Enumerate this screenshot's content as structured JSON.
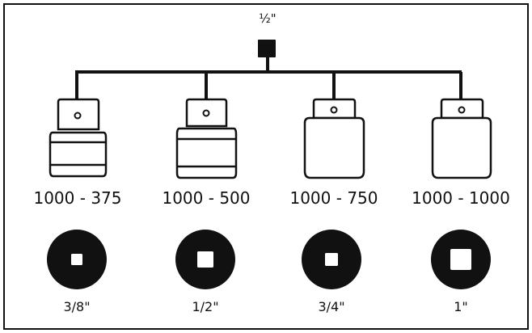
{
  "drive": {
    "label": "½\"",
    "color": "#111111",
    "icon": "square-drive-icon"
  },
  "sockets": [
    {
      "model": "1000 - 375",
      "drive_size": "3/8\"",
      "body": "stepped"
    },
    {
      "model": "1000 - 500",
      "drive_size": "1/2\"",
      "body": "stepped"
    },
    {
      "model": "1000 - 750",
      "drive_size": "3/4\"",
      "body": "plain"
    },
    {
      "model": "1000 - 1000",
      "drive_size": "1\"",
      "body": "plain"
    }
  ]
}
